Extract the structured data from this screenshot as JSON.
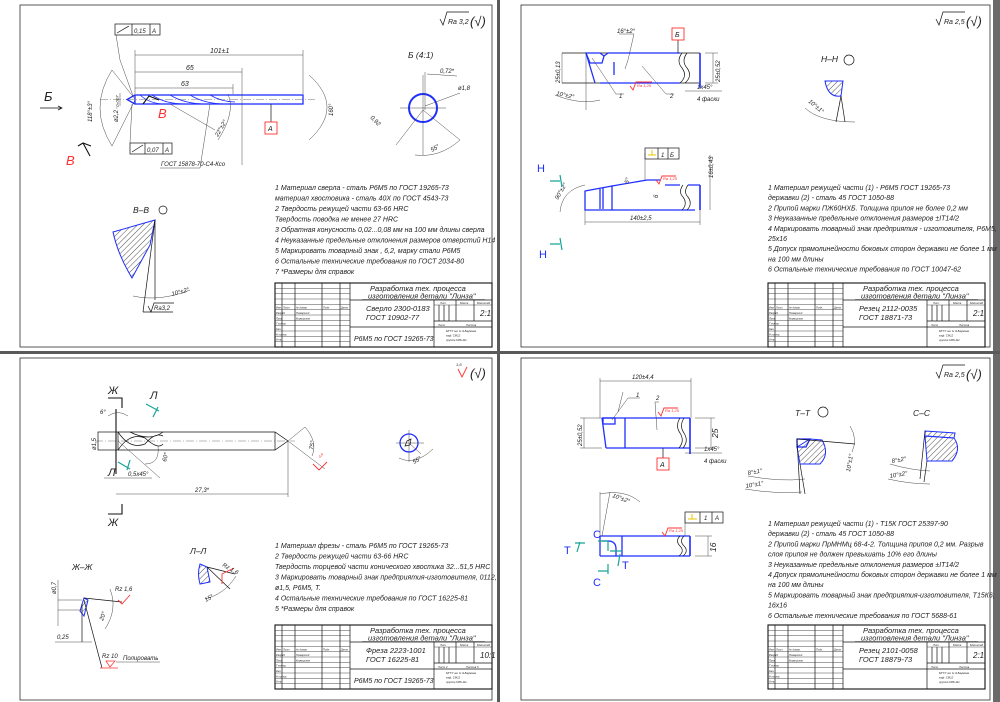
{
  "colors": {
    "blue": "#1f2fff",
    "red": "#ff3030",
    "teal": "#17a398",
    "yellow": "#e8c800"
  },
  "common_title_block": {
    "process": "Разработка тех. процесса",
    "part": "изготовления детали \"Линза\"",
    "headers": [
      "Изм",
      "Лист",
      "№ докум.",
      "Подп.",
      "Дата"
    ],
    "roles": [
      "Разраб.",
      "Пров.",
      "Т.контр.",
      "Нач.",
      "Н.контр.",
      "Утв."
    ],
    "names": [
      "Пожарский",
      "Кормщиков"
    ],
    "lit_label": "Лит.",
    "mass_label": "Масса",
    "scale_label": "Масштаб",
    "org": [
      "МГТУ им. Н.Э.Баумана",
      "каф. СМ12",
      "группа СМ6-111"
    ]
  },
  "sheets": [
    {
      "roughness": "Ra 3,2",
      "roughness_other": "(√)",
      "labels": {
        "dim_101": "101±1",
        "dim_65": "65",
        "dim_63": "63",
        "angle_118": "118°±3°",
        "angle_160": "160°",
        "diameter": "ø2,2₋₀,₀₀₇",
        "tol1": "0,15",
        "tol1_datum": "А",
        "tol2": "0,07",
        "tol2_datum": "А",
        "view_b": "Б",
        "section_v1": "В",
        "section_v2": "В",
        "gost": "ГОСТ 15878-70-С4-Ксо",
        "angle_22": "22°±2°",
        "datum_a": "А",
        "detail_title": "Б (4:1)",
        "d072": "0,72*",
        "d18": "ø1,8",
        "d092": "0,92",
        "a55": "55°",
        "section_title": "В–В",
        "a10": "10°±2°",
        "ra32": "Ra3,2"
      },
      "notes": [
        "1 Материал сверла - сталь Р6М5 по ГОСТ 19265-73",
        "   материал хвостовика - сталь 40Х по ГОСТ 4543-73",
        "2 Твердость режущей части 63-66 HRC",
        "   Твердость поводка не менее 27 HRC",
        "3 Обратная конусность 0,02...0,08 мм на 100 мм длины сверла",
        "4 Неуказанные предельные отклонения размеров отверстий H14",
        "5 Маркировать товарный знак ,  6,2, марку стали Р6М5",
        "6 Остальные технические требования по ГОСТ 2034-80",
        "7 *Размеры для справок"
      ],
      "title_block": {
        "name1": "Сверло 2300-0183",
        "name2": "ГОСТ 10902-77",
        "material": "Р6М5 по ГОСТ 19265-73",
        "scale": "2:1",
        "sheet_label": "Лист",
        "sheets_label": "Листов"
      }
    },
    {
      "roughness": "Ra 2,5",
      "roughness_other": "(√)",
      "labels": {
        "d25_013": "25±0,13",
        "d25_052": "25±0,52",
        "chamfer": "1x45°",
        "chamfers": "4 фаски",
        "a16": "16°±2°",
        "datum": "Б",
        "leader1": "1",
        "leader2": "2",
        "a10": "10°±2°",
        "ra": "Ra 1,25",
        "ra2": "Ra 1,25",
        "h1": "Н",
        "h2": "Н",
        "a90": "90°±2°",
        "d140": "140±2,5",
        "d16": "16±0,43",
        "d6": "6",
        "a5": "5°",
        "tol_n": "1",
        "tol_datum": "Б",
        "sec_title": "Н–Н",
        "a10b": "10°±1°"
      },
      "notes": [
        "1 Материал режущей части (1) - Р6М5 ГОСТ 19265-73",
        "   державки (2) - сталь 45 ГОСТ 1050-88",
        "2 Припой марки ПЖ60НХБ. Толщина припоя не более 0,2 мм",
        "3 Неуказанные предельные отклонения размеров ±IT14/2",
        "4 Маркировать товарный знак предприятия - изготовителя, Р6М5,",
        "   25х16",
        "5 Допуск прямолинейности боковых сторон державки не более 1 мм",
        "   на 100 мм длины",
        "6 Остальные технические требования по ГОСТ 10047-62"
      ],
      "title_block": {
        "name1": "Резец 2112-0035",
        "name2": "ГОСТ 18871-73",
        "material": "",
        "scale": "2:1",
        "sheet_label": "Лист",
        "sheets_label": "Листов"
      }
    },
    {
      "roughness": "1,6",
      "roughness_other": "(√)",
      "labels": {
        "zh1": "Ж",
        "zh2": "Ж",
        "l1": "Л",
        "l2": "Л",
        "a6": "6°",
        "d15": "ø1,5",
        "a60": "60°",
        "a75": "75°",
        "rz08": "0,8",
        "chamfer": "0,5x45°",
        "len": "27,3*",
        "a55": "55°",
        "zhzh": "Ж–Ж",
        "d07": "ø0,7",
        "d025": "0,25",
        "rz16": "Rz 1,6",
        "a20": "20°",
        "rz10": "Rz 10",
        "polish": "Полировать",
        "ll": "Л–Л",
        "rz16b": "Rz 1,6",
        "a15": "15°"
      },
      "notes": [
        "1 Материал фрезы - сталь Р6М5 по ГОСТ 19265-73",
        "2 Твердость режущей части 63-66 HRC",
        "   Твердость торцевой части конического хвостика 32...51,5 HRC",
        "3 Маркировать товарный знак предприятия-изготовителя, 0112,",
        "   ø1,5, Р6М5, Т.",
        "4 Остальные технические требования по ГОСТ 16225-81",
        "5 *Размеры для справок"
      ],
      "title_block": {
        "name1": "Фреза 2223-1001",
        "name2": "ГОСТ 16225-81",
        "material": "Р6М5 по ГОСТ 19265-73",
        "scale": "10:1",
        "sheet_label": "Лист 2",
        "sheets_label": "Листов 5"
      }
    },
    {
      "roughness": "Ra 2,5",
      "roughness_other": "(√)",
      "labels": {
        "d120": "120±4,4",
        "d25_052": "25±0,52",
        "d25": "25",
        "chamfer": "1x45°",
        "chamfers": "4 фаски",
        "leader1": "1",
        "leader2": "2",
        "ra": "Ra 1,25",
        "ra2": "Ra 1,25",
        "datum": "А",
        "a10": "10°±2°",
        "tol_n": "1",
        "tol_datum": "А",
        "d16": "16",
        "c1": "С",
        "c2": "С",
        "t1": "Т",
        "t2": "Т",
        "tt": "Т–Т",
        "cc": "С–С",
        "a8_1": "8°±1°",
        "a10_1": "10°±1°",
        "a10_1b": "10°±1°",
        "a8_2": "8°±2°",
        "a10_2": "10°±2°"
      },
      "notes": [
        "1 Материал режущей части (1) - Т15К ГОСТ 25397-90",
        "   державки (2) - сталь 45 ГОСТ 1050-88",
        "2 Припой марки ПрМНМц 68-4-2. Толщина припоя 0,2 мм. Разрыв",
        "   слоя припоя не должен превышать 10% его длины",
        "3 Неуказанные предельные отклонения размеров ±IT14/2",
        "4 Допуск прямолинейности боковых сторон державки не более 1 мм",
        "   на 100 мм длины",
        "5 Маркировать товарный знак предприятия-изготовителя, Т15К6,",
        "   16х16",
        "6 Остальные технические требования по ГОСТ 5688-61"
      ],
      "title_block": {
        "name1": "Резец 2101-0058",
        "name2": "ГОСТ 18879-73",
        "material": "",
        "scale": "2:1",
        "sheet_label": "Лист",
        "sheets_label": "Листов"
      }
    }
  ]
}
